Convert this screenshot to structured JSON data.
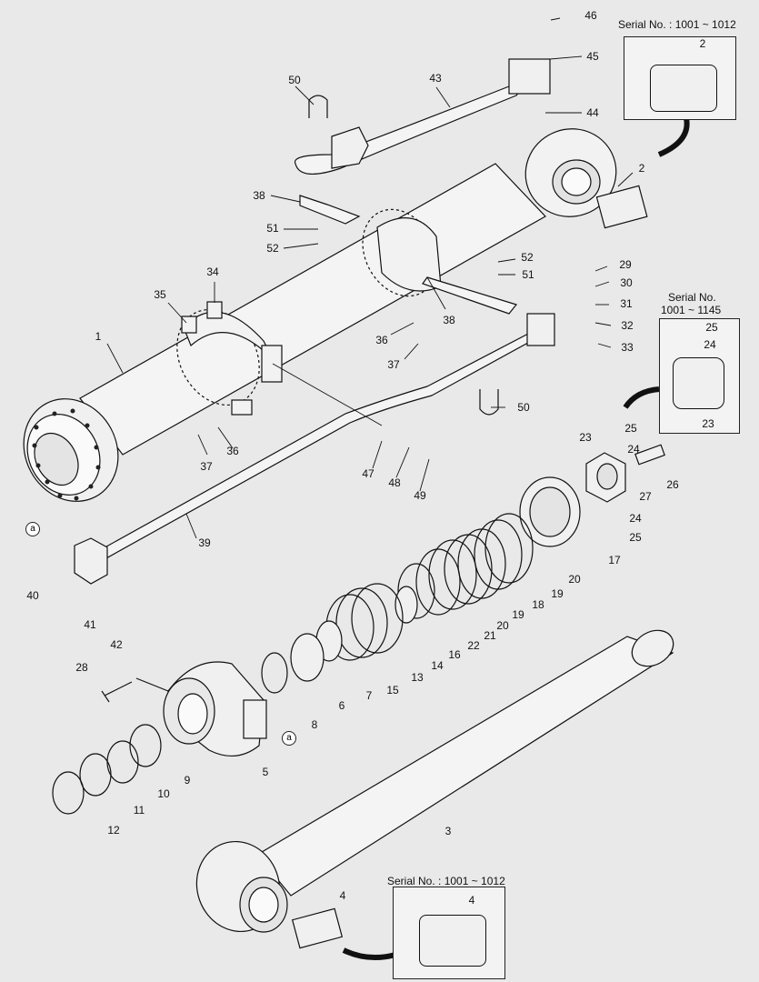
{
  "insets": {
    "top_right_title": "Serial No. : 1001 ~ 1012",
    "middle_right_title_line1": "Serial No.",
    "middle_right_title_line2": "1001 ~ 1145",
    "bottom_title": "Serial No. : 1001 ~ 1012"
  },
  "marker": "a",
  "part_labels": [
    "1",
    "2",
    "3",
    "4",
    "5",
    "6",
    "7",
    "8",
    "9",
    "10",
    "11",
    "12",
    "13",
    "14",
    "15",
    "16",
    "17",
    "18",
    "19",
    "20",
    "21",
    "22",
    "23",
    "24",
    "25",
    "26",
    "27",
    "28",
    "29",
    "30",
    "31",
    "32",
    "33",
    "34",
    "35",
    "36",
    "37",
    "38",
    "39",
    "40",
    "41",
    "42",
    "43",
    "44",
    "45",
    "46",
    "47",
    "48",
    "49",
    "50",
    "51",
    "52"
  ]
}
